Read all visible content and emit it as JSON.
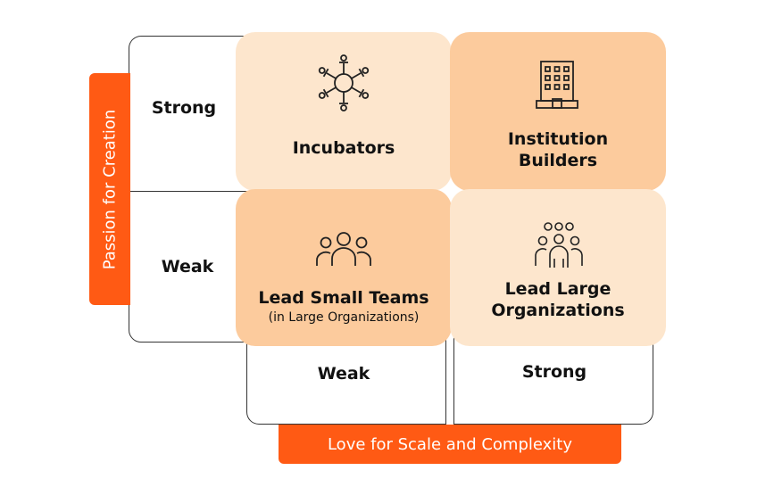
{
  "axes": {
    "y": {
      "label": "Passion for Creation",
      "high": "Strong",
      "low": "Weak"
    },
    "x": {
      "label": "Love for Scale and Complexity",
      "low": "Weak",
      "high": "Strong"
    }
  },
  "quadrants": {
    "top_left": {
      "title": "Incubators",
      "icon": "network-people-icon"
    },
    "top_right": {
      "title_line1": "Institution",
      "title_line2": "Builders",
      "icon": "building-icon"
    },
    "bottom_left": {
      "title": "Lead Small Teams",
      "subtitle": "(in Large Organizations)",
      "icon": "small-team-icon"
    },
    "bottom_right": {
      "title_line1": "Lead Large",
      "title_line2": "Organizations",
      "icon": "large-group-icon"
    }
  },
  "colors": {
    "accent": "#ff5a14",
    "cell_light": "#fde6cd",
    "cell_dark": "#fccb9d"
  }
}
